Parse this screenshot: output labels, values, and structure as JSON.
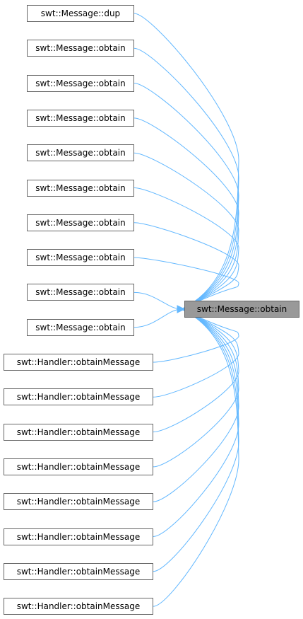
{
  "target": {
    "label": "swt::Message::obtain"
  },
  "callers": [
    {
      "label": "swt::Message::dup"
    },
    {
      "label": "swt::Message::obtain"
    },
    {
      "label": "swt::Message::obtain"
    },
    {
      "label": "swt::Message::obtain"
    },
    {
      "label": "swt::Message::obtain"
    },
    {
      "label": "swt::Message::obtain"
    },
    {
      "label": "swt::Message::obtain"
    },
    {
      "label": "swt::Message::obtain"
    },
    {
      "label": "swt::Message::obtain"
    },
    {
      "label": "swt::Message::obtain"
    },
    {
      "label": "swt::Handler::obtainMessage"
    },
    {
      "label": "swt::Handler::obtainMessage"
    },
    {
      "label": "swt::Handler::obtainMessage"
    },
    {
      "label": "swt::Handler::obtainMessage"
    },
    {
      "label": "swt::Handler::obtainMessage"
    },
    {
      "label": "swt::Handler::obtainMessage"
    },
    {
      "label": "swt::Handler::obtainMessage"
    },
    {
      "label": "swt::Handler::obtainMessage"
    }
  ],
  "colors": {
    "edge": "#63b8ff",
    "node_border": "#666666",
    "target_fill": "#999999"
  }
}
